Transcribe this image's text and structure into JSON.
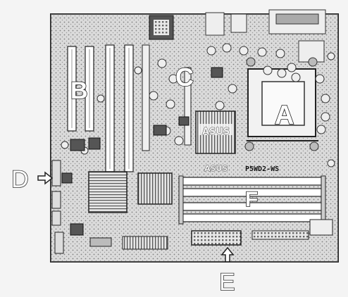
{
  "labels": {
    "a": "A",
    "b": "B",
    "c": "C",
    "d": "D",
    "e": "E",
    "f": "F"
  },
  "board": {
    "brand": "ASUS",
    "heatsink_brand": "ASUS",
    "model": "P5WD2-WS"
  },
  "icons": {
    "arrow_d": "arrow-right-icon",
    "arrow_e": "arrow-up-icon"
  }
}
